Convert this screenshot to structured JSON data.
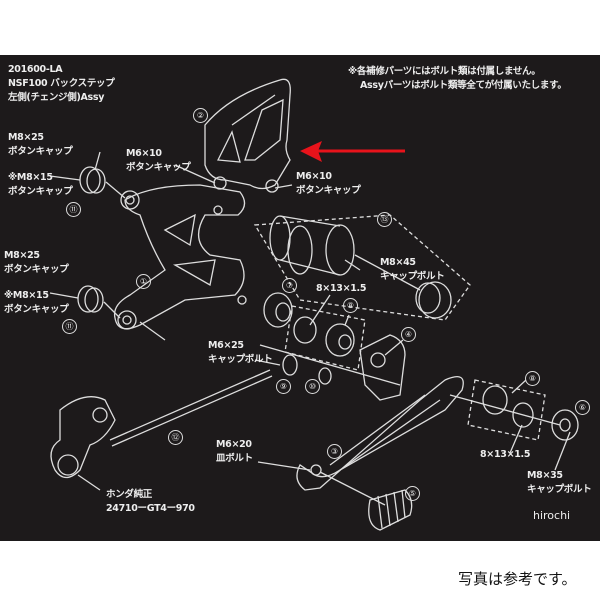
{
  "title": {
    "part_number": "201600-LA",
    "product": "NSF100 バックステップ",
    "side": "左側(チェンジ側)Assy"
  },
  "note": {
    "line1": "※各補修パーツにはボルト類は付属しません。",
    "line2": "Assyパーツはボルト類等全てが付属いたします。"
  },
  "labels": [
    {
      "l1": "M8×25",
      "l2": "ボタンキャップ"
    },
    {
      "l1": "※M8×15",
      "l2": "ボタンキャップ"
    },
    {
      "l1": "M6×10",
      "l2": "ボタンキャップ"
    },
    {
      "l1": "M6×10",
      "l2": "ボタンキャップ"
    },
    {
      "l1": "M8×25",
      "l2": "ボタンキャップ"
    },
    {
      "l1": "※M8×15",
      "l2": "ボタンキャップ"
    },
    {
      "l1": "M8×45",
      "l2": "キャップボルト"
    },
    {
      "l1": "8×13×1.5",
      "l2": ""
    },
    {
      "l1": "M6×25",
      "l2": "キャップボルト"
    },
    {
      "l1": "M6×20",
      "l2": "皿ボルト"
    },
    {
      "l1": "ホンダ純正",
      "l2": "24710ーGT4ー970"
    },
    {
      "l1": "8×13×1.5",
      "l2": ""
    },
    {
      "l1": "M8×35",
      "l2": "キャップボルト"
    }
  ],
  "part_numbers": [
    "②",
    "⑪",
    "①",
    "⑪",
    "⑦",
    "⑧",
    "⑬",
    "④",
    "⑧",
    "⑨",
    "⑩",
    "⑫",
    "③",
    "⑤",
    "⑥"
  ],
  "watermark": "hirochi",
  "footer_note": "写真は参考です。",
  "colors": {
    "background": "#1d1a1b",
    "line": "#dddddd",
    "arrow": "#e8131b"
  }
}
